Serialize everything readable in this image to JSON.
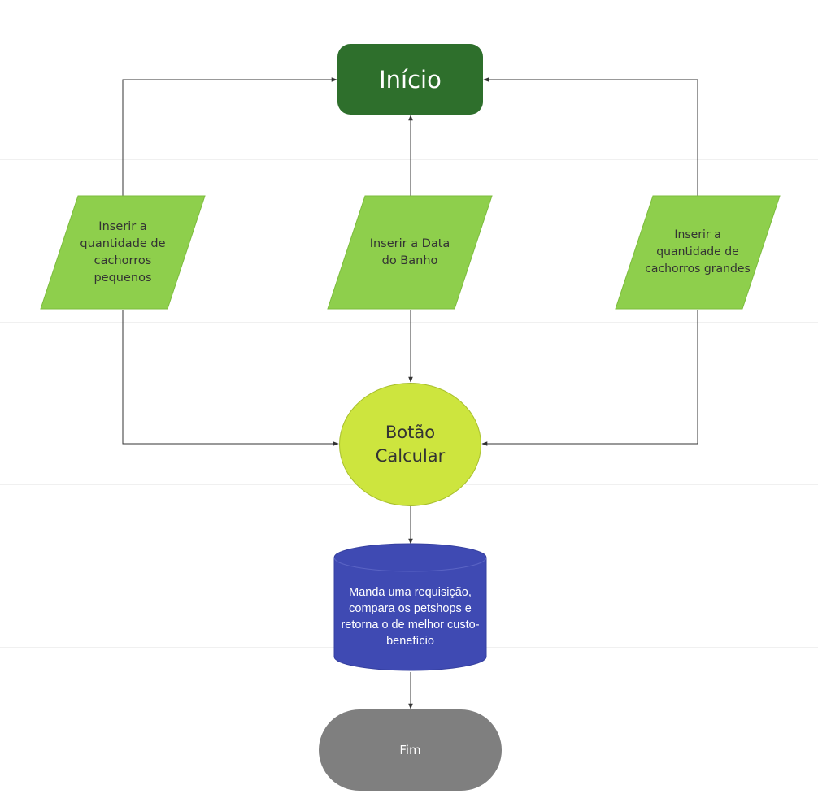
{
  "nodes": {
    "start": {
      "label": "Início",
      "color": "#2e6f2c"
    },
    "input_small": {
      "label": "Inserir a quantidade de cachorros pequenos",
      "color": "#8ecf4c"
    },
    "input_date": {
      "label": "Inserir a Data do Banho",
      "color": "#8ecf4c"
    },
    "input_large": {
      "label": "Inserir a quantidade de cachorros grandes",
      "color": "#8ecf4c"
    },
    "calculate": {
      "label": "Botão Calcular",
      "color": "#cde53e"
    },
    "database": {
      "label": "Manda uma requisição, compara os petshops e retorna o de melhor custo-benefício",
      "color": "#3f4ab3"
    },
    "end": {
      "label": "Fim",
      "color": "#7f7f7f"
    }
  },
  "connector_color": "#333333"
}
